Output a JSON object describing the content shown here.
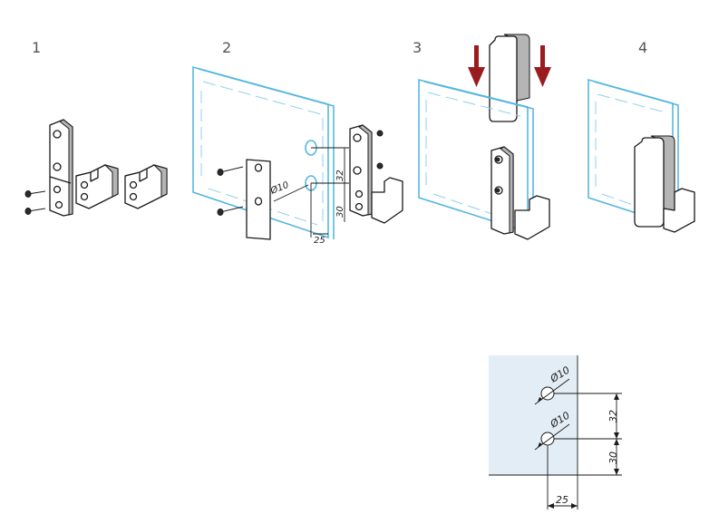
{
  "steps": {
    "step1": "1",
    "step2": "2",
    "step3": "3",
    "step4": "4"
  },
  "step2_dimensions": {
    "hole_diameter": "Ø10",
    "hole_spacing": "32",
    "bottom_offset": "30",
    "edge_offset": "25"
  },
  "detail_dimensions": {
    "hole_diameter_top": "Ø10",
    "hole_diameter_bottom": "Ø10",
    "hole_spacing": "32",
    "bottom_offset": "30",
    "edge_offset": "25"
  },
  "colors": {
    "glass": "#56b7e0",
    "arrow": "#9b1c1f",
    "detail_panel": "#e3edf5"
  }
}
